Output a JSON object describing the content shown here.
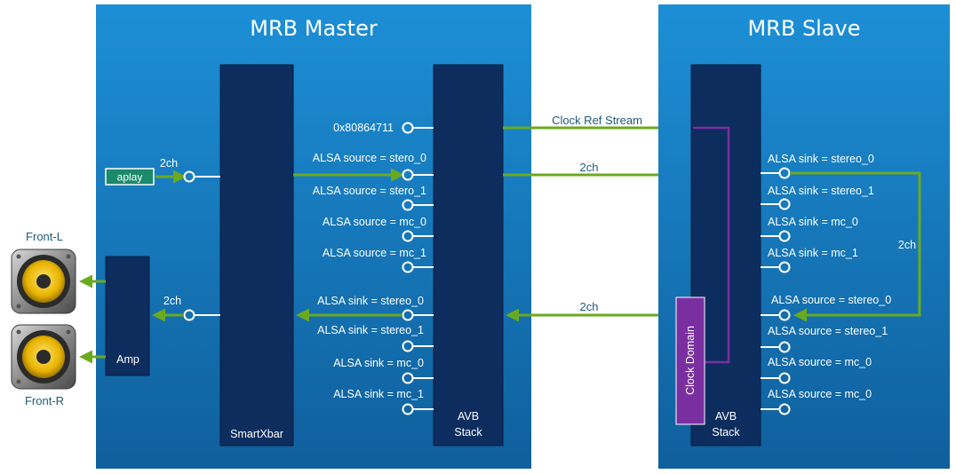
{
  "master": {
    "title": "MRB Master",
    "smartxbar_label": "SmartXbar",
    "avb_stack_label_1": "AVB",
    "avb_stack_label_2": "Stack",
    "amp_label": "Amp",
    "aplay_label": "aplay",
    "aplay_channels": "2ch",
    "amp_channels": "2ch",
    "ports_upper": [
      "0x80864711",
      "ALSA source = stero_0",
      "ALSA source = stero_1",
      "ALSA source = mc_0",
      "ALSA source = mc_1"
    ],
    "ports_lower": [
      "ALSA sink = stereo_0",
      "ALSA sink = stereo_1",
      "ALSA sink = mc_0",
      "ALSA sink = mc_1"
    ]
  },
  "links": {
    "clock_ref": "Clock Ref Stream",
    "to_slave": "2ch",
    "to_master": "2ch"
  },
  "slave": {
    "title": "MRB Slave",
    "clock_domain": "Clock Domain",
    "avb_stack_label_1": "AVB",
    "avb_stack_label_2": "Stack",
    "loop_channels": "2ch",
    "sinks": [
      "ALSA sink = stereo_0",
      "ALSA sink = stereo_1",
      "ALSA sink = mc_0",
      "ALSA sink = mc_1"
    ],
    "sources": [
      "ALSA source = stereo_0",
      "ALSA source = stereo_1",
      "ALSA source = mc_0",
      "ALSA source = mc_0"
    ]
  },
  "speakers": {
    "front_left": "Front-L",
    "front_right": "Front-R"
  },
  "colors": {
    "panel_top": "#1d8fd6",
    "panel_bottom": "#0f5f9c",
    "block": "#0c2d5e",
    "green_wire": "#6aaa1e",
    "aplay_fill": "#1a8a6a",
    "clock_domain": "#7a2fa0",
    "label_text": "#1f5a78"
  }
}
